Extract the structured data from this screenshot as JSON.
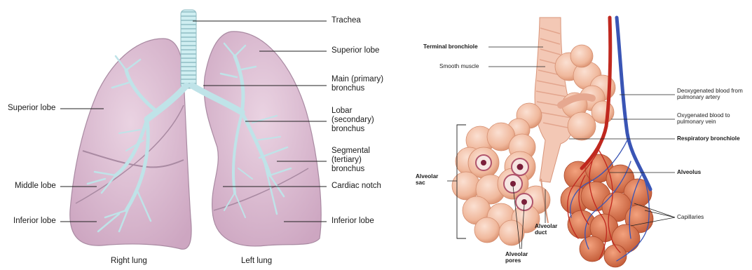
{
  "left_diagram": {
    "labels": {
      "trachea": "Trachea",
      "superior_lobe_left": "Superior lobe",
      "main_bronchus": [
        "Main (primary)",
        "bronchus"
      ],
      "lobar_bronchus": [
        "Lobar",
        "(secondary)",
        "bronchus"
      ],
      "segmental_bronchus": [
        "Segmental",
        "(tertiary)",
        "bronchus"
      ],
      "cardiac_notch": "Cardiac notch",
      "inferior_lobe_left": "Inferior lobe",
      "superior_lobe_right": "Superior lobe",
      "middle_lobe": "Middle lobe",
      "inferior_lobe_right": "Inferior lobe",
      "right_lung": "Right lung",
      "left_lung": "Left lung"
    }
  },
  "right_diagram": {
    "labels": {
      "terminal_bronchiole": "Terminal bronchiole",
      "smooth_muscle": "Smooth muscle",
      "deoxygenated_blood": [
        "Deoxygenated blood from",
        "pulmonary artery"
      ],
      "oxygenated_blood": [
        "Oxygenated blood to",
        "pulmonary vein"
      ],
      "respiratory_bronchiole": "Respiratory bronchiole",
      "alveolus": "Alveolus",
      "capillaries": "Capillaries",
      "alveolar_sac": [
        "Alveolar",
        "sac"
      ],
      "alveolar_duct": [
        "Alveolar",
        "duct"
      ],
      "alveolar_pores": [
        "Alveolar",
        "pores"
      ]
    }
  },
  "colors": {
    "lung_fill": "#d9b8cf",
    "lung_edge": "#a98aa2",
    "airway": "#c5e6ea",
    "alveoli": "#f3c3aa",
    "alveoli_dark": "#d98e6c",
    "artery": "#3a55b5",
    "vein": "#c0281f",
    "leader": "#222222"
  }
}
